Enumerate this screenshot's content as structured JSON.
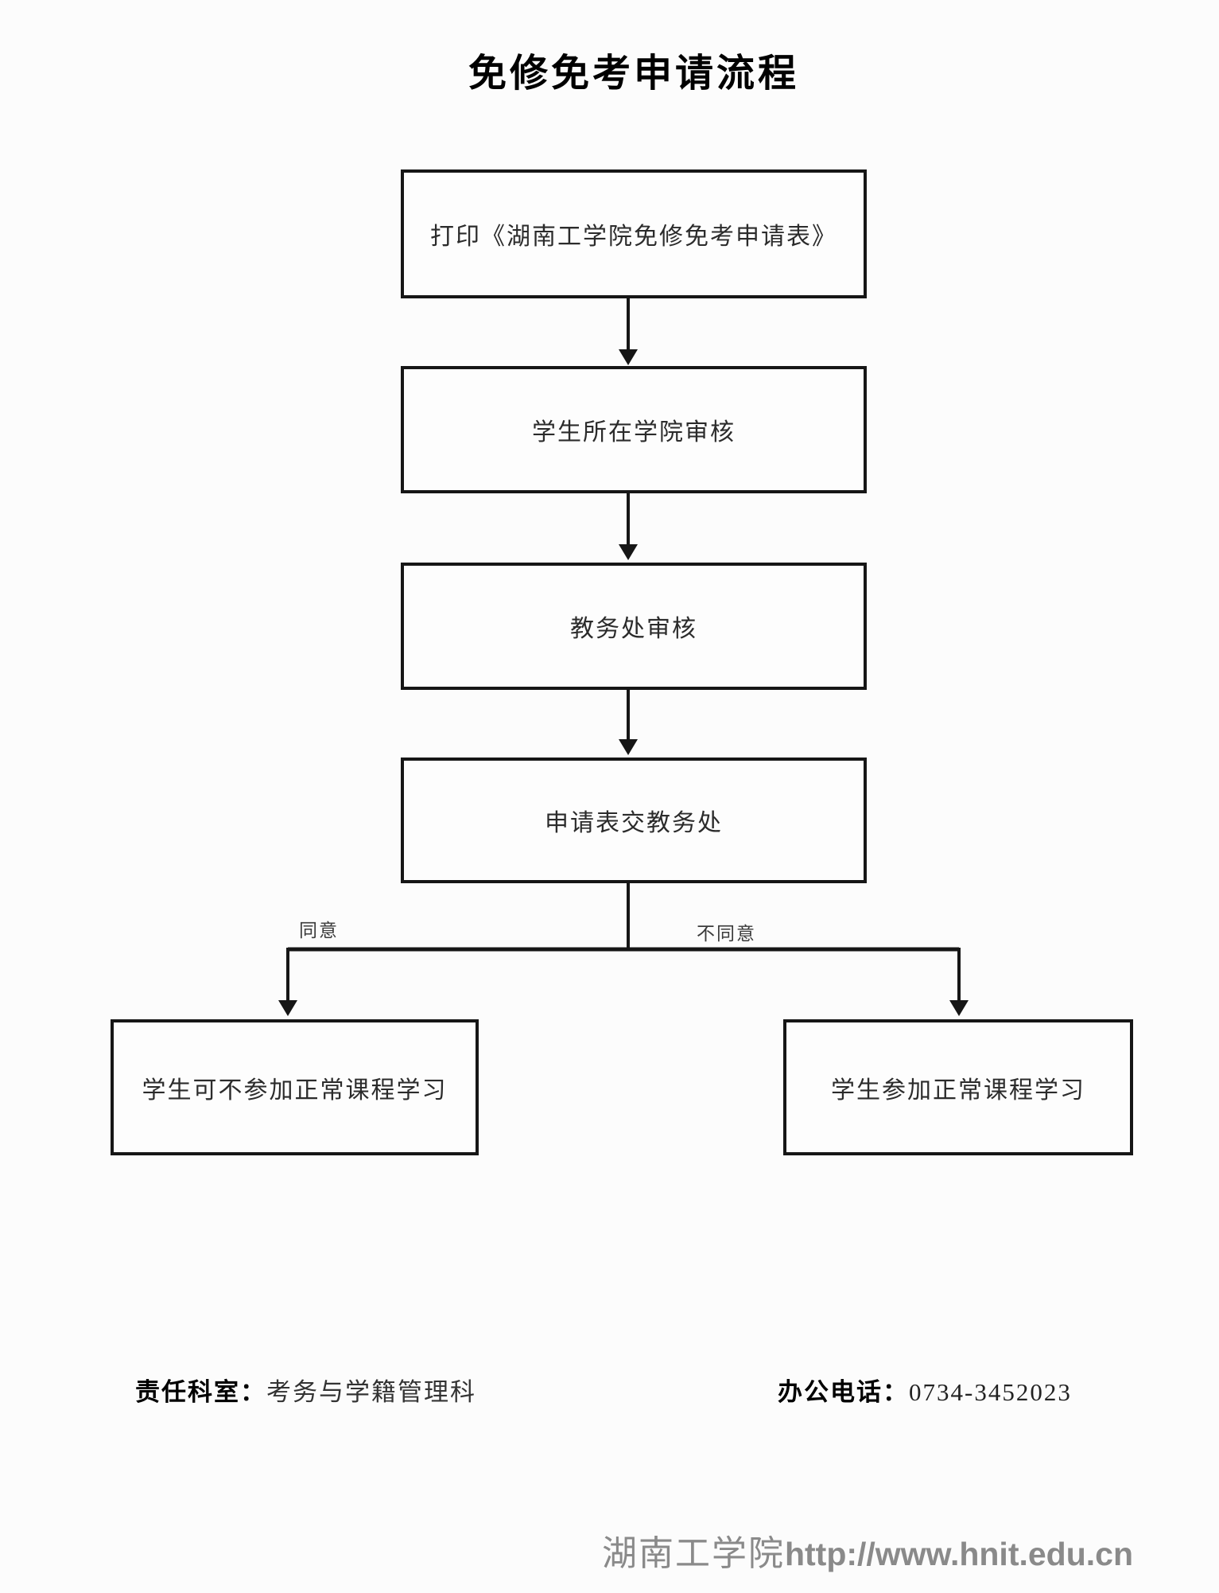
{
  "title": "免修免考申请流程",
  "flow": {
    "step1": "打印《湖南工学院免修免考申请表》",
    "step2": "学生所在学院审核",
    "step3": "教务处审核",
    "step4": "申请表交教务处",
    "branch_agree_label": "同意",
    "branch_disagree_label": "不同意",
    "outcome_agree": "学生可不参加正常课程学习",
    "outcome_disagree": "学生参加正常课程学习"
  },
  "info": {
    "dept_label": "责任科室：",
    "dept_value": "考务与学籍管理科",
    "phone_label": "办公电话：",
    "phone_value": "0734-3452023"
  },
  "site_footer": {
    "org": "湖南工学院",
    "url": "http://www.hnit.edu.cn"
  },
  "colors": {
    "line": "#161616",
    "footer_gray": "#8a8a8a",
    "background": "#fcfcfc"
  }
}
